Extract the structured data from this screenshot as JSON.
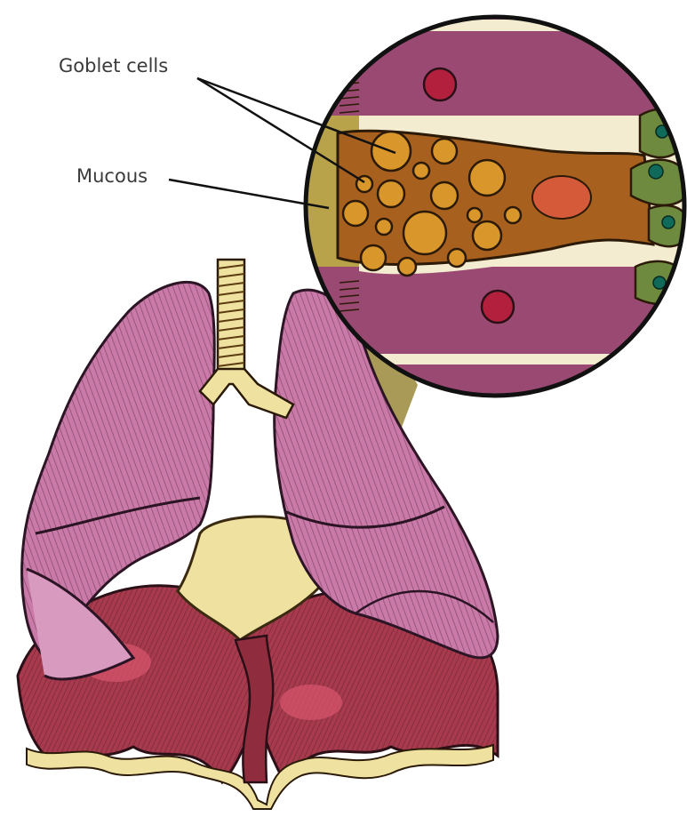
{
  "labels": {
    "goblet_cells": "Goblet cells",
    "mucous": "Mucous"
  },
  "colors": {
    "lung_pink": "#c97aa8",
    "muscle_red": "#a83a4e",
    "diaphragm_yellow": "#efe2a0",
    "callout_olive": "#9a8a3a",
    "tissue_magenta": "#9a4a72",
    "mucus_brown": "#a8601e",
    "goblet_orange": "#d9962a",
    "cell_green": "#6e8a3e"
  },
  "icons": [
    "lungs-illustration",
    "magnified-airway-circle"
  ]
}
